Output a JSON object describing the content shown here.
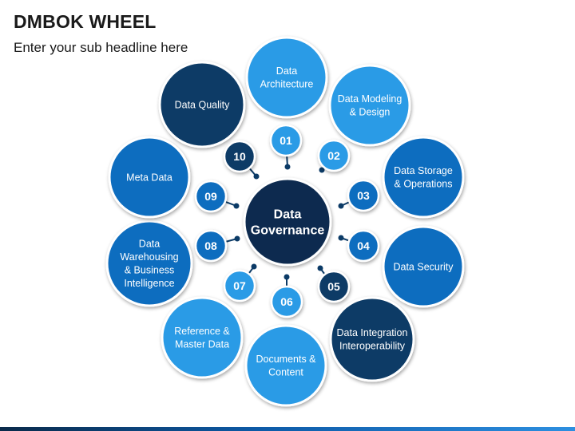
{
  "header": {
    "title": "DMBOK WHEEL",
    "subtitle": "Enter your sub headline here"
  },
  "diagram": {
    "center": {
      "lines": [
        "Data",
        "Governance"
      ]
    },
    "palette": {
      "dark": "#0b3a66",
      "navy": "#113f6e",
      "mid": "#0f6dbf",
      "light": "#2c9be6",
      "center": "#0c2c50",
      "connector": "#0b3a66"
    },
    "nodes": [
      {
        "number": "01",
        "lines": [
          "Data",
          "Architecture"
        ],
        "shade": "light"
      },
      {
        "number": "02",
        "lines": [
          "Data Modeling",
          "& Design"
        ],
        "shade": "light"
      },
      {
        "number": "03",
        "lines": [
          "Data Storage",
          "& Operations"
        ],
        "shade": "mid"
      },
      {
        "number": "04",
        "lines": [
          "Data Security"
        ],
        "shade": "mid"
      },
      {
        "number": "05",
        "lines": [
          "Data Integration",
          "Interoperability"
        ],
        "shade": "dark"
      },
      {
        "number": "06",
        "lines": [
          "Documents &",
          "Content"
        ],
        "shade": "light"
      },
      {
        "number": "07",
        "lines": [
          "Reference &",
          "Master Data"
        ],
        "shade": "light"
      },
      {
        "number": "08",
        "lines": [
          "Data",
          "Warehousing",
          "& Business",
          "Intelligence"
        ],
        "shade": "mid"
      },
      {
        "number": "09",
        "lines": [
          "Meta Data"
        ],
        "shade": "mid"
      },
      {
        "number": "10",
        "lines": [
          "Data Quality"
        ],
        "shade": "dark"
      }
    ]
  }
}
